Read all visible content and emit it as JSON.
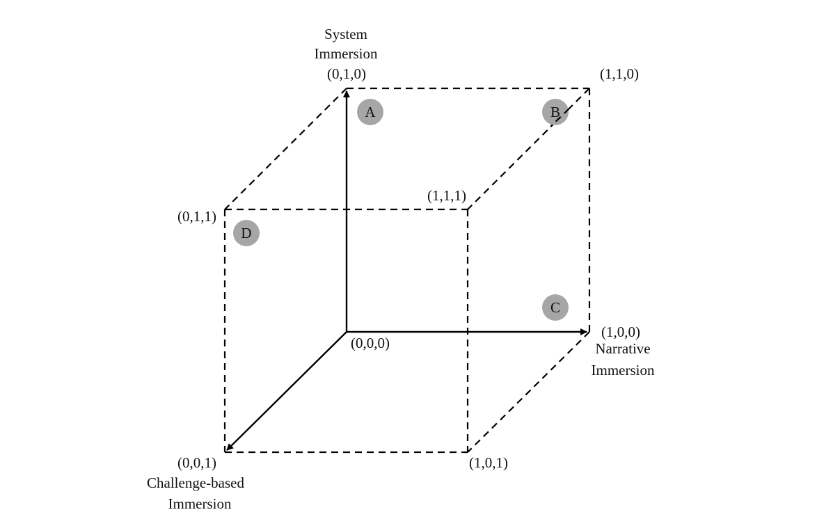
{
  "axes": {
    "y_line1": "System",
    "y_line2": "Immersion",
    "x_line1": "Narrative",
    "x_line2": "Immersion",
    "z_line1": "Challenge-based",
    "z_line2": "Immersion"
  },
  "vertices": {
    "v000": "(0,0,0)",
    "v100": "(1,0,0)",
    "v010": "(0,1,0)",
    "v001": "(0,0,1)",
    "v110": "(1,1,0)",
    "v101": "(1,0,1)",
    "v011": "(0,1,1)",
    "v111": "(1,1,1)"
  },
  "markers": {
    "a": "A",
    "b": "B",
    "c": "C",
    "d": "D"
  },
  "colors": {
    "marker_fill": "#a6a6a6",
    "line": "#000000"
  }
}
